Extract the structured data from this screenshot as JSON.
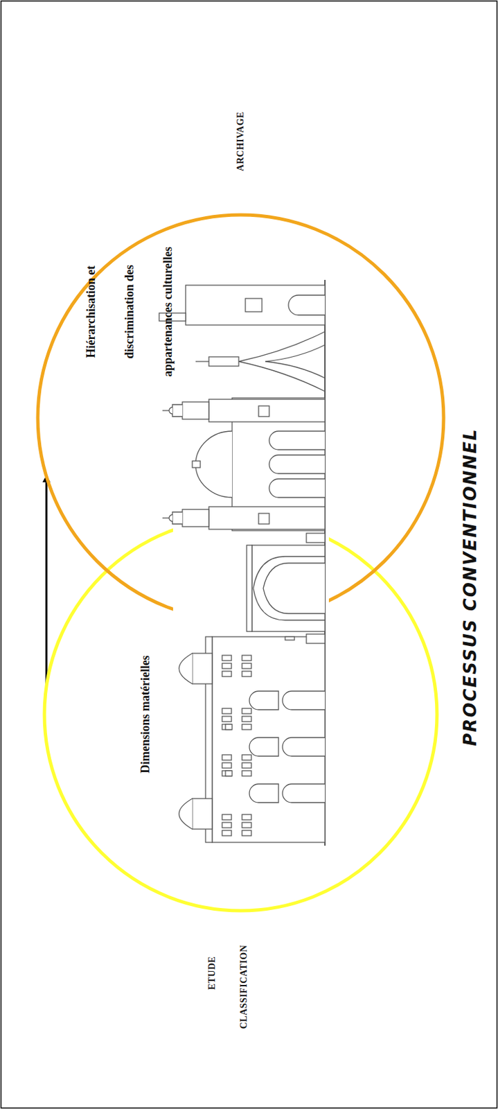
{
  "diagram": {
    "caption": "PROCESSUS CONVENTIONNEL",
    "nodes": [
      {
        "text": [
          "Dimensions matérielles"
        ]
      },
      {
        "text": [
          "Hiérarchisation et discrimination des appartenances culturelles"
        ]
      }
    ],
    "edges": [
      {
        "from": 0,
        "to": 1,
        "arrow": "to"
      }
    ],
    "labels": [
      "ARCHIVAGE",
      "ETUDE",
      "CLASSIFICATION"
    ]
  }
}
